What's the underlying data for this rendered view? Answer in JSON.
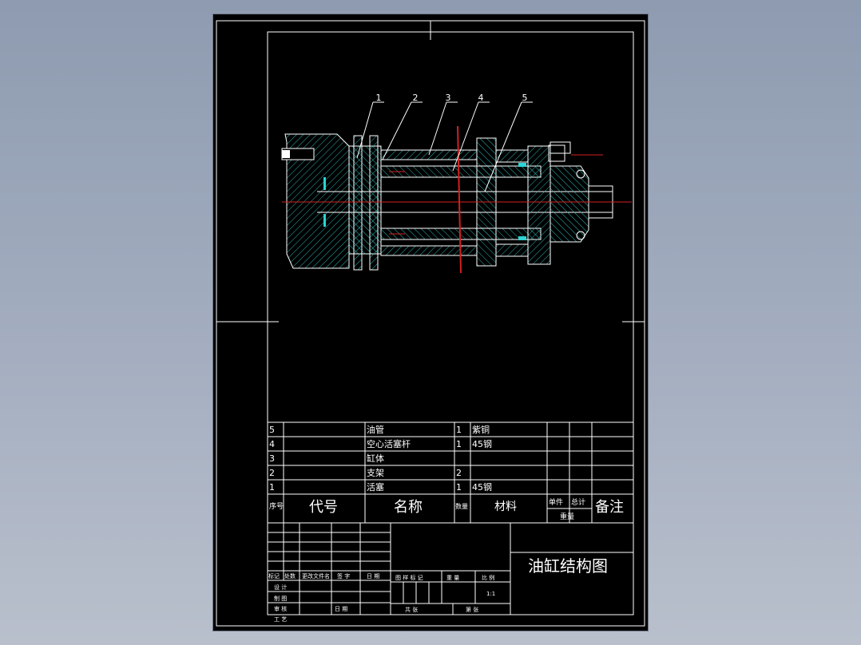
{
  "part_labels": [
    "1",
    "2",
    "3",
    "4",
    "5"
  ],
  "bom_rows": [
    {
      "no": "5",
      "code": "",
      "name": "油管",
      "qty": "1",
      "material": "紫铜",
      "note": ""
    },
    {
      "no": "4",
      "code": "",
      "name": "空心活塞杆",
      "qty": "1",
      "material": "45钢",
      "note": ""
    },
    {
      "no": "3",
      "code": "",
      "name": "缸体",
      "qty": "",
      "material": "",
      "note": ""
    },
    {
      "no": "2",
      "code": "",
      "name": "支架",
      "qty": "2",
      "material": "",
      "note": ""
    },
    {
      "no": "1",
      "code": "",
      "name": "活塞",
      "qty": "1",
      "material": "45钢",
      "note": ""
    }
  ],
  "bom_header": {
    "no": "序号",
    "code": "代号",
    "name": "名称",
    "qty": "数量",
    "material": "材料",
    "unit": "单件",
    "total": "总计",
    "weight": "重量",
    "note": "备注"
  },
  "title_block": {
    "drawing_title": "油缸结构图",
    "mark": "标记",
    "count": "处数",
    "change_doc": "更改文件名",
    "sign": "签 字",
    "date": "日 期",
    "design": "设 计",
    "draw": "制 图",
    "review": "审 核",
    "process": "工 艺",
    "date2": "日 期",
    "stage_mark": "图 样 标 记",
    "weight": "重 量",
    "scale": "比 例",
    "scale_value": "1:1",
    "total_sheets": "共   张",
    "sheet_no": "第   张"
  },
  "colors": {
    "line": "#ffffff",
    "hatch": "#2db5b5",
    "center": "#d42020",
    "background": "#000000",
    "canvas": "#9aa6b8"
  }
}
